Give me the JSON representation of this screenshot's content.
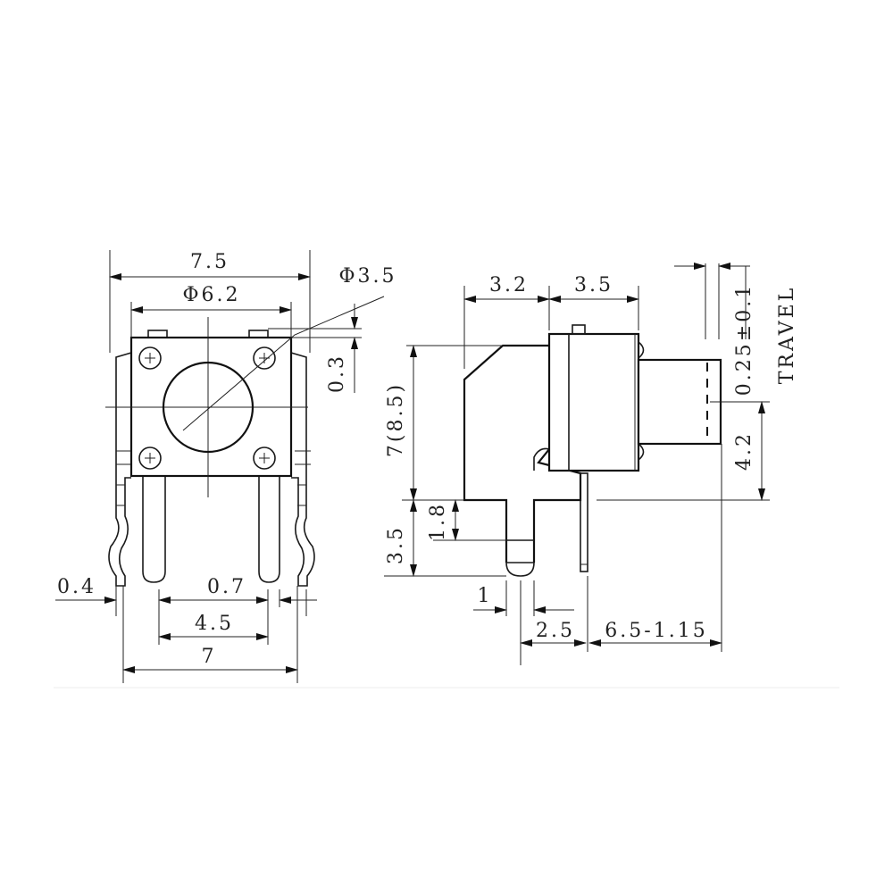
{
  "front_view": {
    "dims": {
      "overall_width": "7.5",
      "body_width": "Φ6.2",
      "button_diameter": "Φ3.5",
      "nub_height": "0.3",
      "lead_width": "0.4",
      "pin_width": "0.7",
      "pin_spacing": "4.5",
      "lead_spacing": "7"
    }
  },
  "side_view": {
    "dims": {
      "housing_depth": "3.2",
      "body_depth": "3.5",
      "height": "7(8.5)",
      "pin_length": "3.5",
      "standoff": "1.8",
      "pin_offset": "1",
      "pin_pitch": "2.5",
      "plunger_length": "6.5-1.15",
      "plunger_height": "4.2",
      "travel_value": "0.25±0.1",
      "travel_label": "TRAVEL"
    }
  },
  "colors": {
    "line": "#1a1a1a",
    "background": "#ffffff"
  }
}
